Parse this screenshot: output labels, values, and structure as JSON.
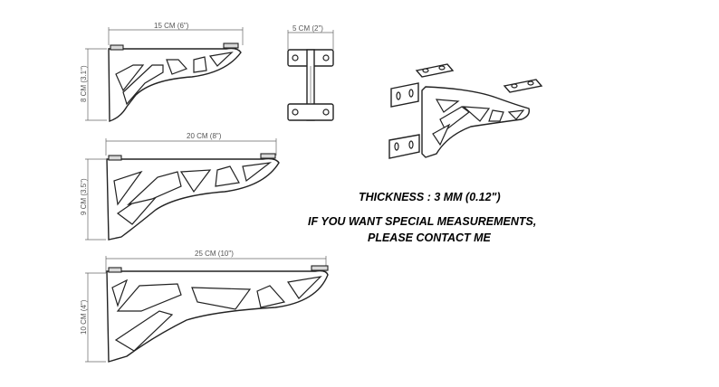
{
  "dimensions": {
    "small_width": "15 CM (6\")",
    "small_height": "8 CM (3.1\")",
    "depth": "5 CM (2\")",
    "medium_width": "20 CM (8\")",
    "medium_height": "9 CM (3.5\")",
    "large_width": "25 CM (10\")",
    "large_height": "10 CM (4\")"
  },
  "notes": {
    "thickness": "THICKNESS : 3 MM (0.12\")",
    "special_line1": "IF YOU WANT SPECIAL MEASUREMENTS,",
    "special_line2": "PLEASE CONTACT ME"
  }
}
